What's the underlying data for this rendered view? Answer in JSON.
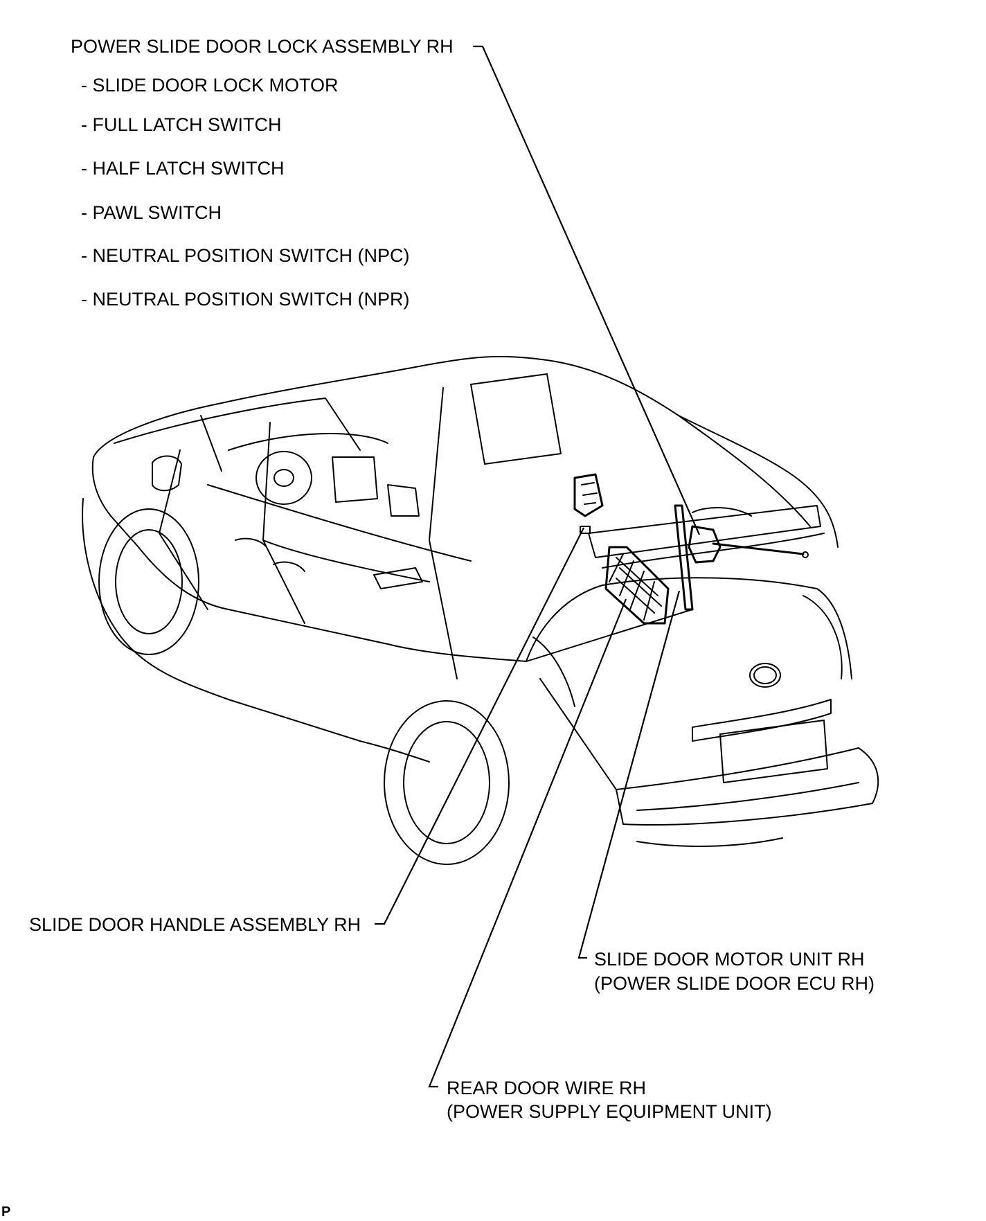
{
  "labels": {
    "lock_assembly_title": "POWER SLIDE DOOR LOCK ASSEMBLY RH",
    "lock_components": [
      "- SLIDE DOOR LOCK MOTOR",
      "- FULL LATCH SWITCH",
      "- HALF LATCH SWITCH",
      "- PAWL SWITCH",
      "- NEUTRAL POSITION SWITCH (NPC)",
      "- NEUTRAL POSITION SWITCH (NPR)"
    ],
    "handle_assembly": "SLIDE DOOR HANDLE ASSEMBLY RH",
    "motor_unit_line1": "SLIDE DOOR MOTOR UNIT RH",
    "motor_unit_line2": "(POWER SLIDE DOOR ECU RH)",
    "rear_wire_line1": "REAR DOOR WIRE RH",
    "rear_wire_line2": "(POWER SUPPLY EQUIPMENT UNIT)"
  },
  "figure_code": "P",
  "colors": {
    "line": "#000000",
    "background": "#ffffff"
  }
}
